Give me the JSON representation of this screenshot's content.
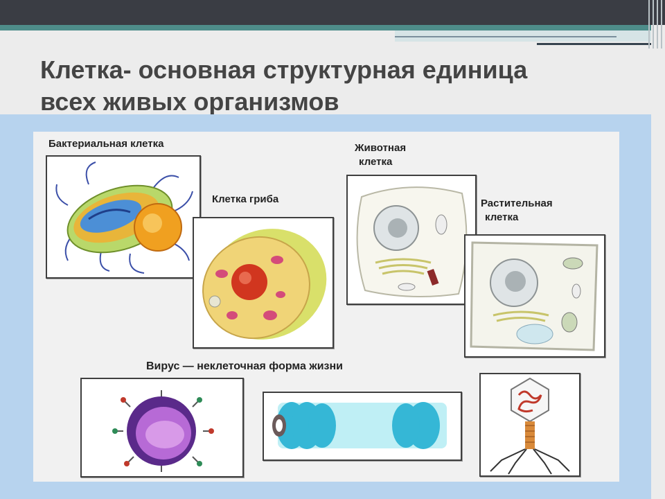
{
  "slide": {
    "title_line1": "Клетка- основная структурная единица",
    "title_line2": "всех живых организмов"
  },
  "labels": {
    "bacterial": "Бактериальная клетка",
    "fungus": "Клетка гриба",
    "animal_line1": "Животная",
    "animal_line2": "клетка",
    "plant_line1": "Растительная",
    "plant_line2": "клетка",
    "virus": "Вирус — неклеточная форма жизни"
  },
  "colors": {
    "top_bar": "#3a3d44",
    "accent_teal": "#4e8d8a",
    "background_blue": "#b7d3ee",
    "title_text": "#444444"
  }
}
